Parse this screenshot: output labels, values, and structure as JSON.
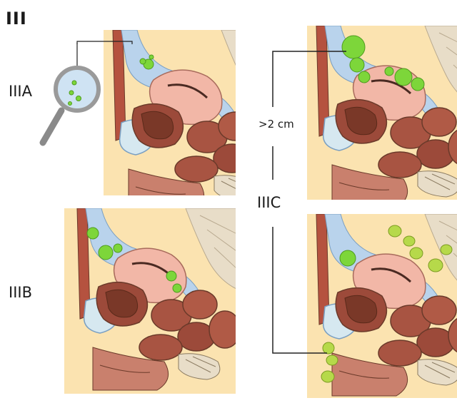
{
  "figure": {
    "stage_label": "III",
    "panels": [
      {
        "label": "IIIA"
      },
      {
        "label": "IIIB"
      },
      {
        "label": "IIIC",
        "annotation": ">2 cm"
      }
    ],
    "colors": {
      "background": "#ffffff",
      "skin": "#fbe3b0",
      "peritoneum": "#b9d3ec",
      "muscle": "#b5523f",
      "bowel": "#9c4a3a",
      "uterus": "#f2b7a7",
      "bladder": "#d6e8f0",
      "tumor": "#7dd63a",
      "bone": "#e8ddc8",
      "outline": "#6b3a2a"
    }
  }
}
